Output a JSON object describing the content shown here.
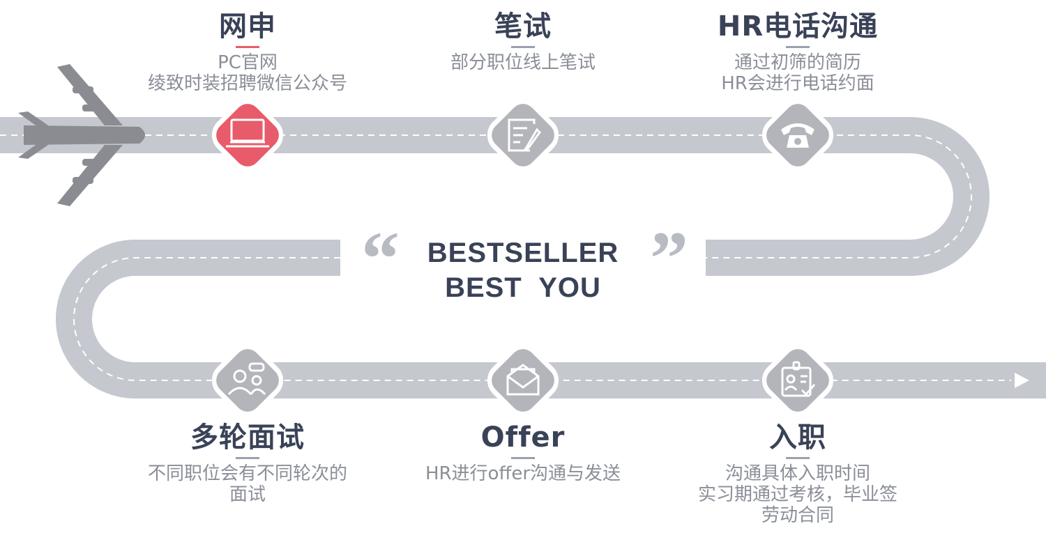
{
  "colors": {
    "road": "#c5c8cf",
    "accent": "#e85b6a",
    "icon_gray": "#b3b5ba",
    "plane": "#8a8c92",
    "title": "#394257",
    "desc": "#8a8e97"
  },
  "slogan": {
    "open_quote": "“",
    "close_quote": "”",
    "line1": "BESTSELLER",
    "line2": "BEST  YOU"
  },
  "steps": [
    {
      "title": "网申",
      "desc": [
        "PC官网",
        "绫致时装招聘微信公众号"
      ],
      "icon": "laptop-icon",
      "active": true
    },
    {
      "title": "笔试",
      "desc": [
        "部分职位线上笔试"
      ],
      "icon": "note-pencil-icon",
      "active": false
    },
    {
      "title": "HR电话沟通",
      "desc": [
        "通过初筛的简历",
        "HR会进行电话约面"
      ],
      "icon": "telephone-icon",
      "active": false
    },
    {
      "title": "多轮面试",
      "desc": [
        "不同职位会有不同轮次的",
        "面试"
      ],
      "icon": "people-chat-icon",
      "active": false
    },
    {
      "title": "Offer",
      "desc": [
        "HR进行offer沟通与发送"
      ],
      "icon": "envelope-icon",
      "active": false
    },
    {
      "title": "入职",
      "desc": [
        "沟通具体入职时间",
        "实习期通过考核，毕业签",
        "劳动合同"
      ],
      "icon": "badge-check-icon",
      "active": false
    }
  ]
}
